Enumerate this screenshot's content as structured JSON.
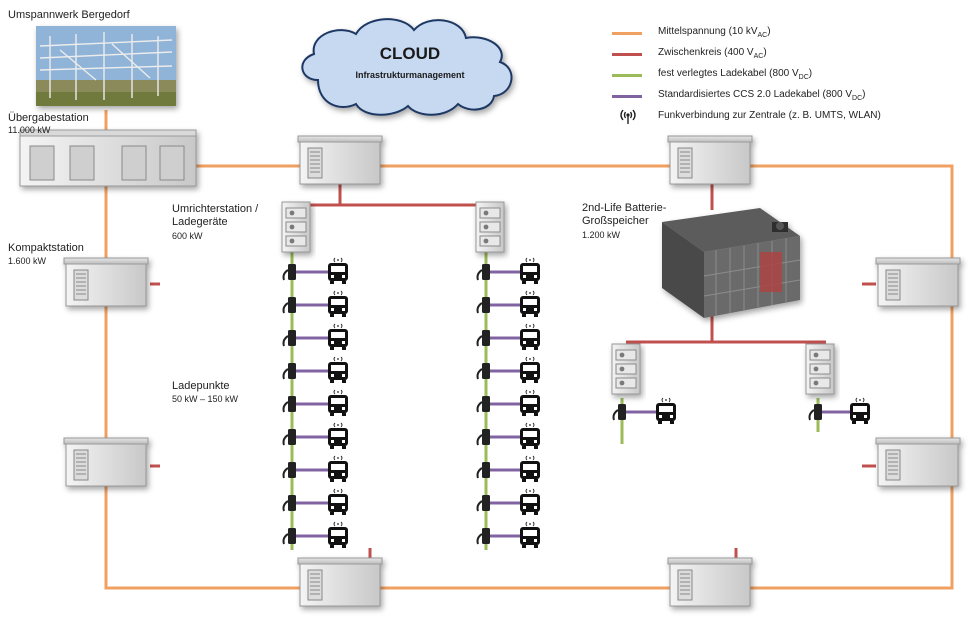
{
  "cloud": {
    "title": "CLOUD",
    "subtitle": "Infrastrukturmanagement"
  },
  "substation": {
    "title": "Umspannwerk Bergedorf"
  },
  "transfer_station": {
    "title": "Übergabestation",
    "power": "11.000 kW"
  },
  "compact_station": {
    "title": "Kompaktstation",
    "power": "1.600 kW"
  },
  "converter_station": {
    "title_line1": "Umrichterstation /",
    "title_line2": "Ladegeräte",
    "power": "600 kW"
  },
  "charge_points": {
    "title": "Ladepunkte",
    "power": "50 kW – 150 kW"
  },
  "battery": {
    "title_line1": "2nd-Life Batterie-",
    "title_line2": "Großspeicher",
    "power": "1.200 kW"
  },
  "legend": [
    {
      "label_main": "Mittelspannung (10 kV",
      "sub": "AC",
      "label_tail": ")",
      "color": "#f0a060"
    },
    {
      "label_main": "Zwischenkreis (400 V",
      "sub": "AC",
      "label_tail": ")",
      "color": "#c0504d"
    },
    {
      "label_main": "fest verlegtes Ladekabel (800 V",
      "sub": "DC",
      "label_tail": ")",
      "color": "#9bbb59"
    },
    {
      "label_main": "Standardisiertes CCS 2.0 Ladekabel (800 V",
      "sub": "DC",
      "label_tail": ")",
      "color": "#8064a2"
    },
    {
      "label_main": "Funkverbindung zur Zentrale (z. B. UMTS, WLAN)",
      "sub": "",
      "label_tail": "",
      "icon": "radio-antenna-icon"
    }
  ],
  "colors": {
    "medium_voltage": "#f0a060",
    "dc_link": "#c0504d",
    "fixed_cable": "#9bbb59",
    "ccs_cable": "#8064a2",
    "cloud_fill": "#c6d9f1",
    "cloud_stroke": "#1f3864"
  }
}
